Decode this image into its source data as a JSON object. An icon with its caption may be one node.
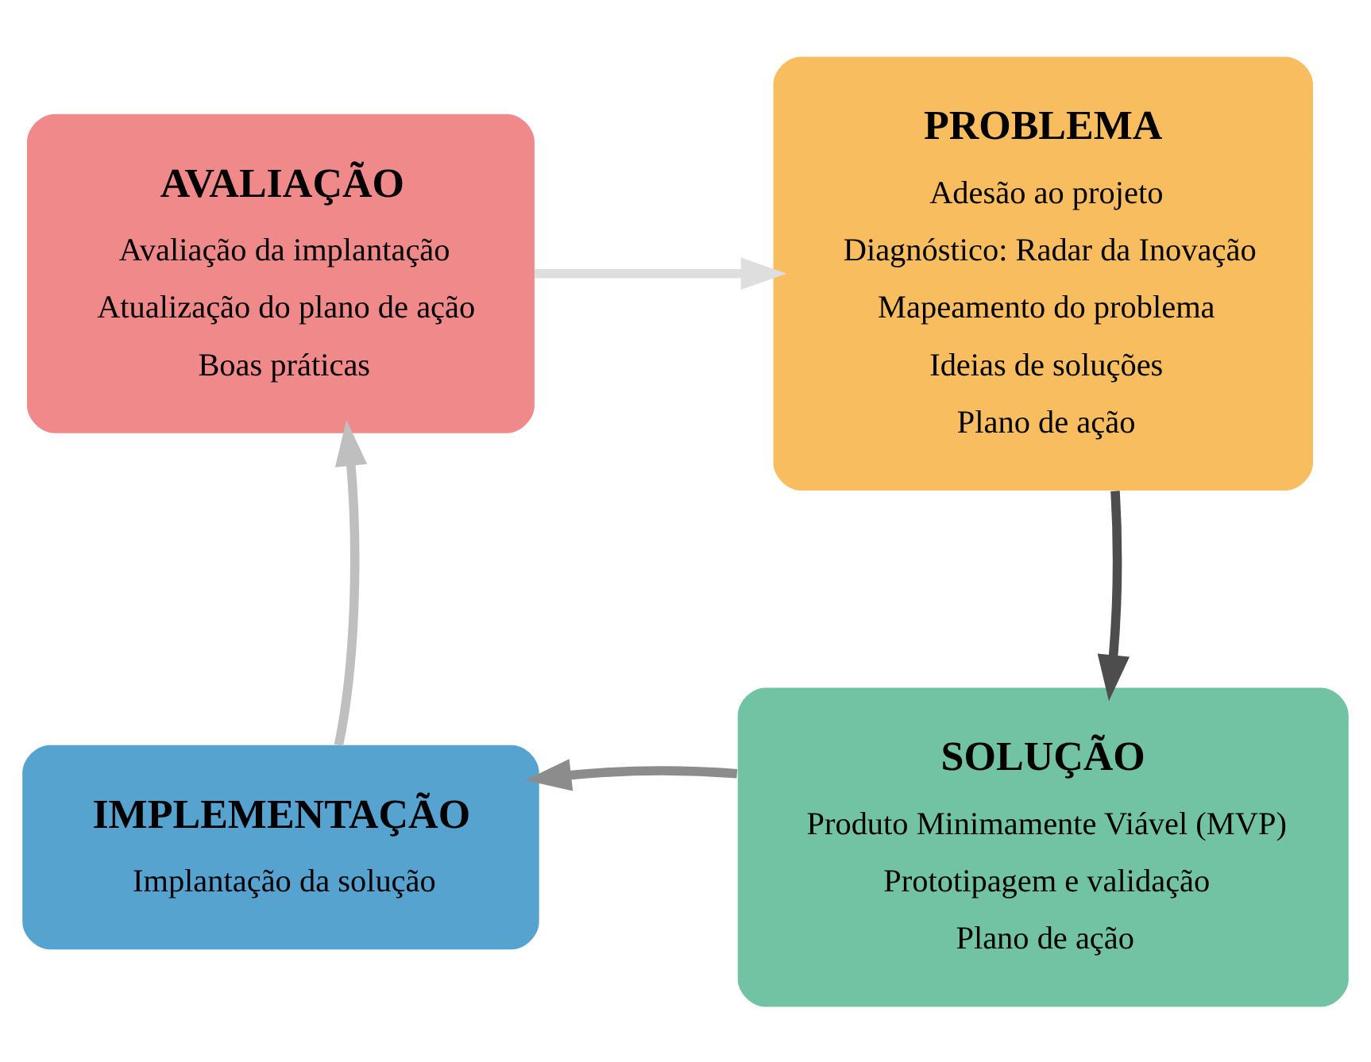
{
  "diagram": {
    "nodes": [
      {
        "text": [
          "AVALIAÇÃO",
          "Avaliação da implantação",
          "Atualização do plano de ação",
          "Boas práticas"
        ]
      },
      {
        "text": [
          "PROBLEMA",
          "Adesão ao projeto",
          "Diagnóstico: Radar da Inovação",
          "Mapeamento do problema",
          "Ideias de soluções",
          "Plano de ação"
        ]
      },
      {
        "text": [
          "IMPLEMENTAÇÃO",
          "Implantação da solução"
        ]
      },
      {
        "text": [
          "SOLUÇÃO",
          "Produto Minimamente Viável (MVP)",
          "Prototipagem e validação",
          "Plano de ação"
        ]
      }
    ],
    "edges": [
      {
        "from": 1,
        "to": 3,
        "arrow": "to",
        "color": "#4d4d4d"
      },
      {
        "from": 3,
        "to": 2,
        "arrow": "to",
        "color": "#8c8c8c"
      },
      {
        "from": 2,
        "to": 0,
        "arrow": "to",
        "color": "#bfbfbf"
      },
      {
        "from": 0,
        "to": 1,
        "arrow": "to",
        "color": "#dedede"
      }
    ]
  }
}
